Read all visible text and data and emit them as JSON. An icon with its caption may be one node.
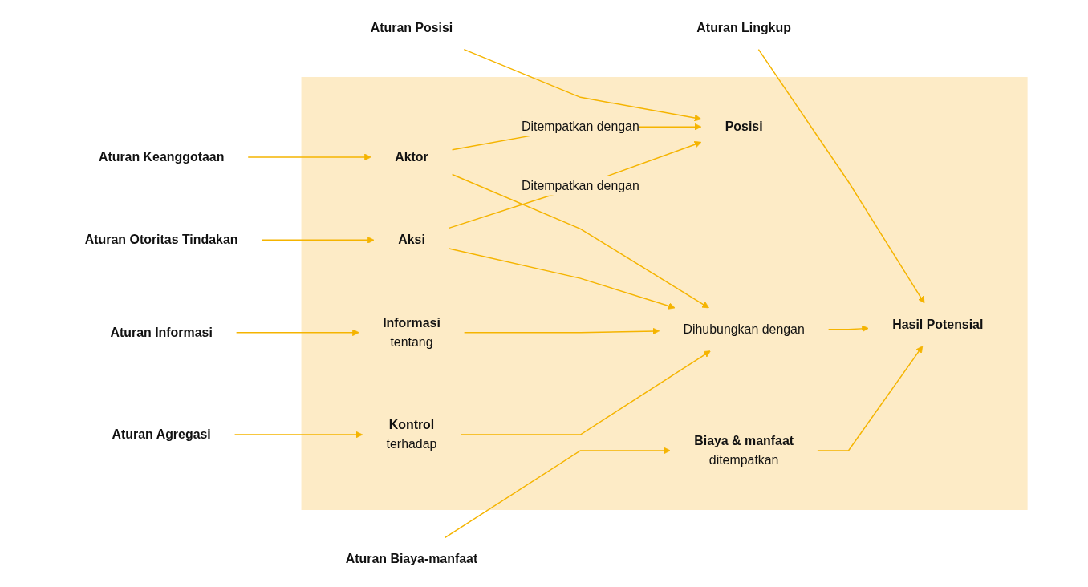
{
  "diagram": {
    "nodes": [
      {
        "text": [],
        "shape": "box"
      },
      {
        "text": [
          "Aturan Informasi"
        ]
      },
      {
        "text": [
          "Aturan Agregasi"
        ]
      },
      {
        "text": [
          "Aturan Keanggotaan"
        ]
      },
      {
        "text": [
          "Aktor"
        ],
        "in": 0
      },
      {
        "text": [
          "Informasi",
          "tentang"
        ],
        "in": 0
      },
      {
        "text": [
          "Kontrol",
          "terhadap"
        ],
        "in": 0
      },
      {
        "text": [
          "Aturan Posisi"
        ]
      },
      {
        "text": [
          "Posisi"
        ],
        "in": 0
      },
      {
        "text": [
          "Dihubungkan dengan"
        ],
        "in": 0
      },
      {
        "text": [
          "Hasil Potensial"
        ],
        "in": 0
      },
      {
        "text": [
          "Aturan Lingkup"
        ]
      },
      {
        "text": [
          "Aturan Otoritas Tindakan"
        ]
      },
      {
        "text": [
          "Aksi"
        ],
        "in": 0
      },
      {
        "text": [
          "Biaya & manfaat",
          "ditempatkan"
        ],
        "in": 0
      },
      {
        "text": [
          "Aturan Biaya-manfaat"
        ]
      }
    ],
    "edges": [
      {
        "from": 1,
        "to": 5,
        "arrow": "to"
      },
      {
        "from": 2,
        "to": 6,
        "arrow": "to"
      },
      {
        "from": 3,
        "to": 4,
        "arrow": "to"
      },
      {
        "from": 7,
        "to": 8,
        "arrow": "to"
      },
      {
        "from": 12,
        "to": 13,
        "arrow": "to"
      },
      {
        "from": 11,
        "to": 10,
        "arrow": "to"
      },
      {
        "from": 15,
        "to": 14,
        "arrow": "to"
      },
      {
        "from": 4,
        "to": 8,
        "label": "Ditempatkan dengan",
        "arrow": "to"
      },
      {
        "from": 13,
        "to": 8,
        "label": "Ditempatkan dengan",
        "arrow": "to"
      },
      {
        "from": 4,
        "to": 9,
        "arrow": "to"
      },
      {
        "from": 13,
        "to": 9,
        "arrow": "to"
      },
      {
        "from": 5,
        "to": 9,
        "arrow": "to"
      },
      {
        "from": 6,
        "to": 9,
        "arrow": "to"
      },
      {
        "from": 9,
        "to": 10,
        "arrow": "to"
      },
      {
        "from": 14,
        "to": 10,
        "arrow": "to"
      }
    ]
  }
}
